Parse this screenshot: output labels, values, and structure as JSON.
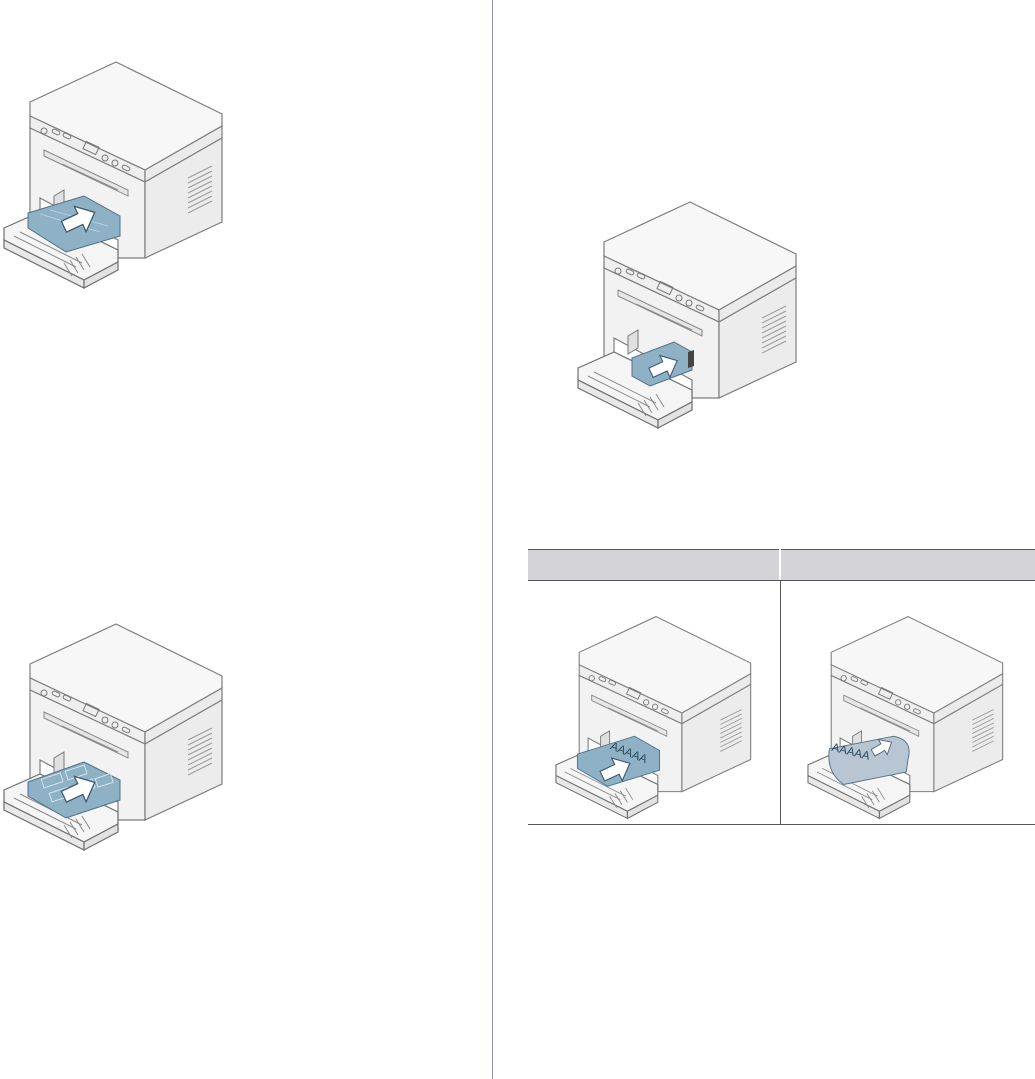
{
  "page": {
    "illustrations": [
      {
        "id": "load-plain-paper",
        "paper_fill": "#8fb1c6",
        "text": ""
      },
      {
        "id": "load-small-paper",
        "paper_fill": "#8fb1c6",
        "text": ""
      },
      {
        "id": "load-label-sheets",
        "paper_fill": "#8fb1c6",
        "text": ""
      }
    ],
    "table": {
      "header_bg": "#d4d4d8",
      "cells": [
        {
          "id": "letterhead-face-up",
          "label": "AAAAA",
          "paper_fill": "#8fb1c6"
        },
        {
          "id": "letterhead-curled",
          "label": "AAAAA",
          "paper_fill": "#b7c6d2"
        }
      ]
    }
  }
}
